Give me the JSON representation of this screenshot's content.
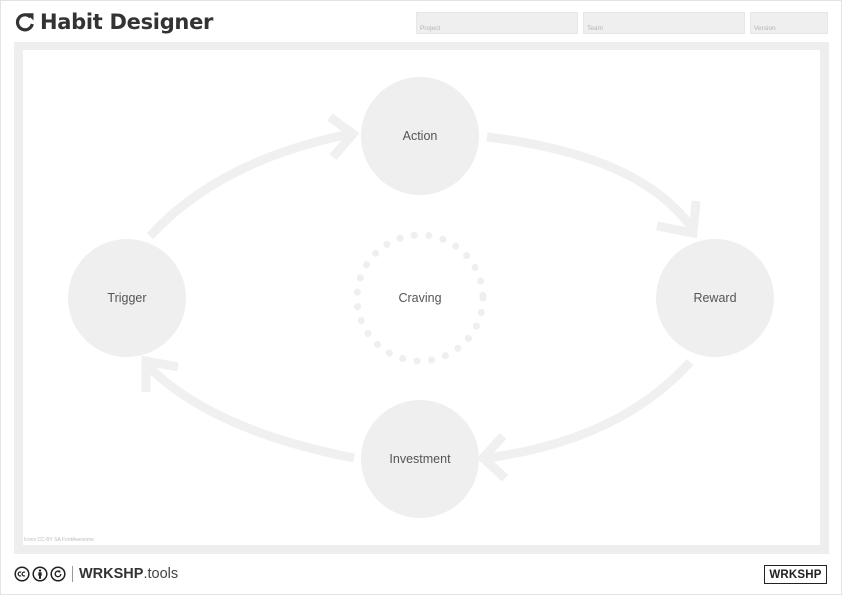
{
  "header": {
    "title": "Habit Designer",
    "title_icon": "rotate-right-icon",
    "fields": [
      {
        "label": "Project"
      },
      {
        "label": "Team"
      },
      {
        "label": "Version"
      }
    ]
  },
  "diagram": {
    "nodes": [
      {
        "id": "action",
        "label": "Action"
      },
      {
        "id": "reward",
        "label": "Reward"
      },
      {
        "id": "investment",
        "label": "Investment"
      },
      {
        "id": "trigger",
        "label": "Trigger"
      },
      {
        "id": "craving",
        "label": "Craving"
      }
    ],
    "cycle": [
      "Trigger",
      "Action",
      "Reward",
      "Investment",
      "Trigger"
    ],
    "colors": {
      "node": "#efefef",
      "arrow": "#f0f0f0",
      "text": "#555555"
    },
    "credits": "Icons CC-BY SA FontAwesome"
  },
  "footer": {
    "license_icons": [
      "cc-icon",
      "by-icon",
      "sa-icon"
    ],
    "brand_bold": "WRKSHP",
    "brand_light": ".tools",
    "logo": "WRKSHP"
  }
}
